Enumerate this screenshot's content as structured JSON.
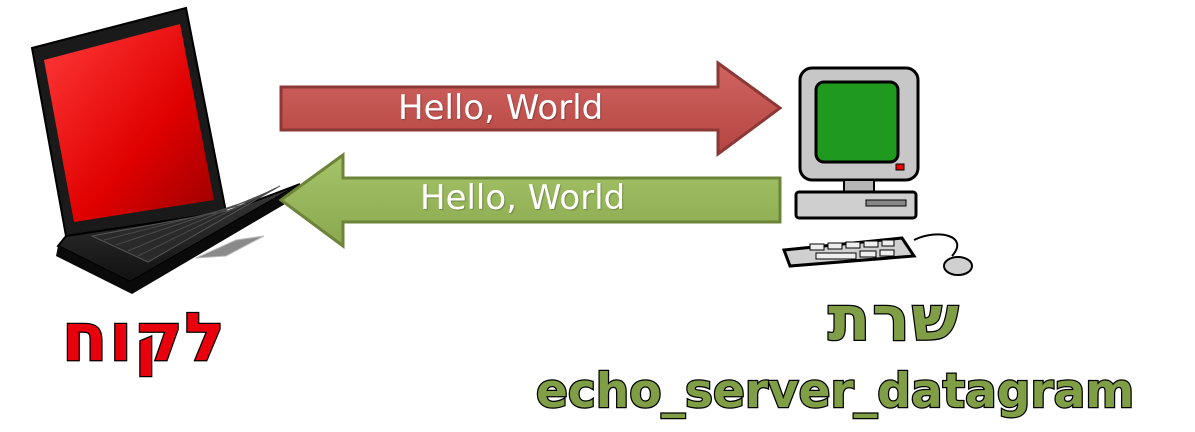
{
  "diagram": {
    "request_arrow": {
      "label": "Hello, World",
      "color": "#c0504d",
      "direction": "client-to-server"
    },
    "response_arrow": {
      "label": "Hello, World",
      "color": "#9bbb59",
      "direction": "server-to-client"
    },
    "client": {
      "label": "לקוח",
      "icon": "laptop-icon",
      "color": "#e8000c"
    },
    "server": {
      "label": "שרת",
      "name": "echo_server_datagram",
      "icon": "desktop-computer-icon",
      "color": "#7f9e45"
    }
  }
}
